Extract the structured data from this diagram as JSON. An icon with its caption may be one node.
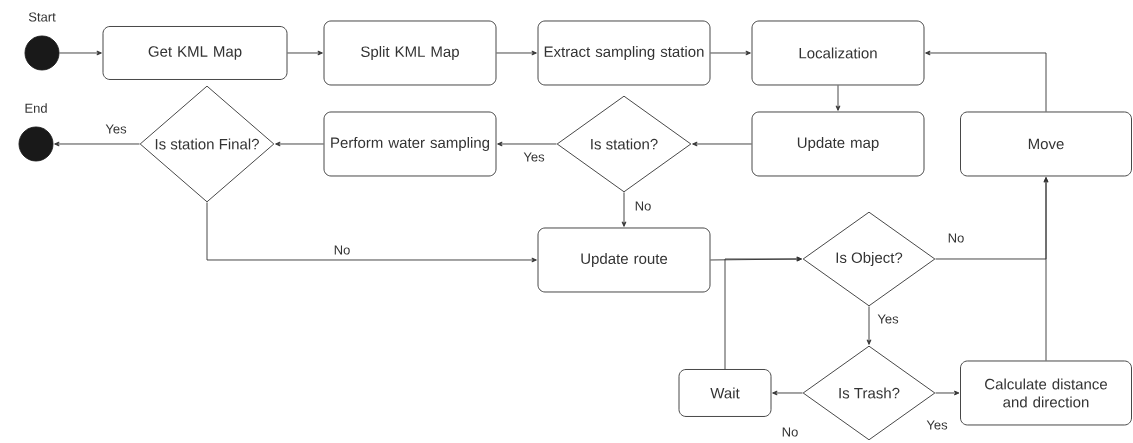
{
  "diagram": {
    "nodes": [
      {
        "text": [],
        "shape": "circle",
        "beside": [
          "Start"
        ]
      },
      {
        "text": [
          "Get KML Map"
        ]
      },
      {
        "text": [
          "Split KML Map"
        ]
      },
      {
        "text": [
          "Extract sampling station"
        ]
      },
      {
        "text": [
          "Localization"
        ]
      },
      {
        "text": [],
        "shape": "circle",
        "beside": [
          "End"
        ]
      },
      {
        "text": [
          "Is station Final?"
        ]
      },
      {
        "text": [
          "Perform water sampling"
        ]
      },
      {
        "text": [
          "Is station?"
        ]
      },
      {
        "text": [
          "Update map"
        ]
      },
      {
        "text": [
          "Move"
        ]
      },
      {
        "text": [
          "Update route"
        ]
      },
      {
        "text": [
          "Is Object?"
        ]
      },
      {
        "text": [
          "Wait"
        ]
      },
      {
        "text": [
          "Is Trash?"
        ]
      },
      {
        "text": [
          "Calculate distance and direction"
        ]
      }
    ],
    "edges": [
      {
        "from": 0,
        "to": 1,
        "arrow": "to"
      },
      {
        "from": 1,
        "to": 2,
        "arrow": "to"
      },
      {
        "from": 2,
        "to": 3,
        "arrow": "to"
      },
      {
        "from": 3,
        "to": 4,
        "arrow": "to"
      },
      {
        "from": 4,
        "to": 9,
        "arrow": "to"
      },
      {
        "from": 9,
        "to": 8,
        "arrow": "to"
      },
      {
        "from": 8,
        "to": 7,
        "arrow": "to",
        "label": "Yes"
      },
      {
        "from": 7,
        "to": 6,
        "arrow": "to"
      },
      {
        "from": 6,
        "to": 5,
        "arrow": "to",
        "label": "Yes"
      },
      {
        "from": 6,
        "to": 11,
        "arrow": "to",
        "label": "No"
      },
      {
        "from": 8,
        "to": 11,
        "arrow": "to",
        "label": "No"
      },
      {
        "from": 11,
        "to": 12,
        "arrow": "to"
      },
      {
        "from": 12,
        "to": 10,
        "arrow": "to",
        "label": "No"
      },
      {
        "from": 12,
        "to": 14,
        "arrow": "to",
        "label": "Yes"
      },
      {
        "from": 14,
        "to": 13,
        "arrow": "to",
        "label": "No"
      },
      {
        "from": 14,
        "to": 15,
        "arrow": "to",
        "label": "Yes"
      },
      {
        "from": 15,
        "to": 10,
        "arrow": "to"
      },
      {
        "from": 10,
        "to": 4,
        "arrow": "to"
      },
      {
        "from": 13,
        "to": 12,
        "arrow": "to"
      }
    ]
  }
}
